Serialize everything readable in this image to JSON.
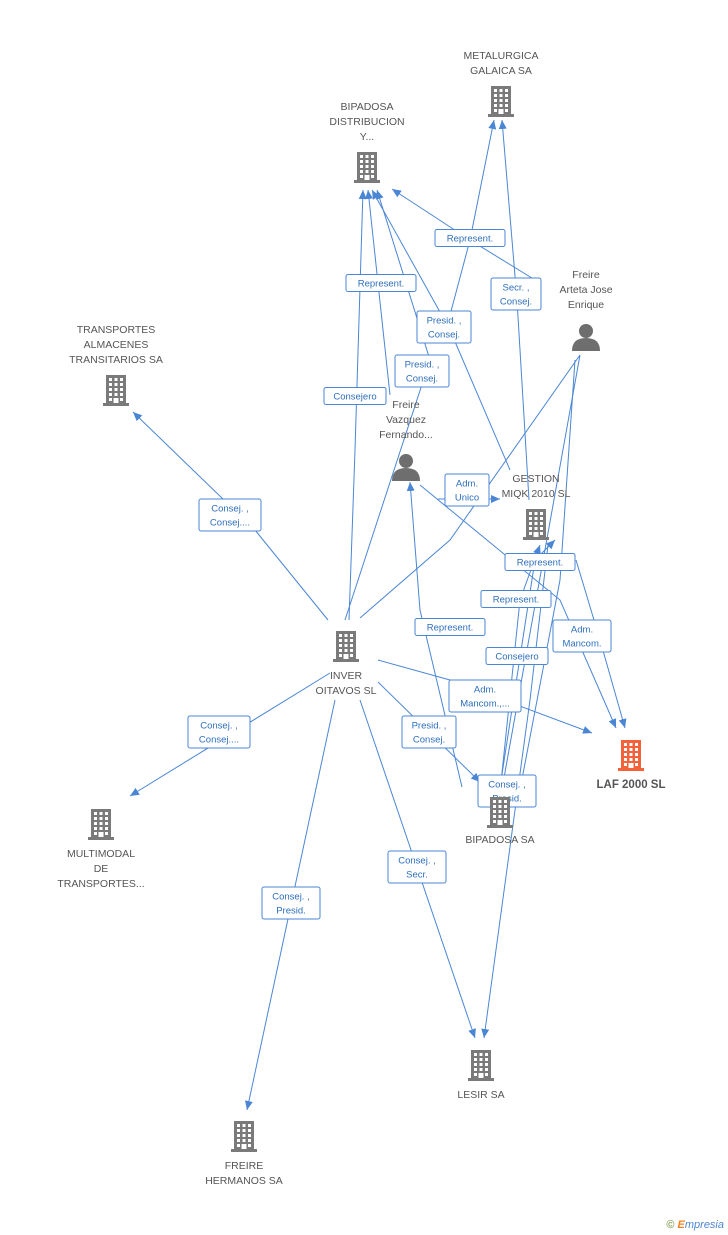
{
  "colors": {
    "building": "#7a7a7a",
    "highlight": "#f4623a",
    "person": "#6e6e6e",
    "edge": "#4a86d4"
  },
  "nodes": [
    {
      "id": "metalurgica",
      "type": "company",
      "lines": [
        "METALURGICA",
        "GALAICA SA"
      ]
    },
    {
      "id": "bipadosa_dist",
      "type": "company",
      "lines": [
        "BIPADOSA",
        "DISTRIBUCION",
        "Y..."
      ]
    },
    {
      "id": "transportes_alm",
      "type": "company",
      "lines": [
        "TRANSPORTES",
        "ALMACENES",
        "TRANSITARIOS SA"
      ]
    },
    {
      "id": "freire_arteta",
      "type": "person",
      "lines": [
        "Freire",
        "Arteta Jose",
        "Enrique"
      ]
    },
    {
      "id": "freire_vazquez",
      "type": "person",
      "lines": [
        "Freire",
        "Vazquez",
        "Fernando..."
      ]
    },
    {
      "id": "gestion_miqk",
      "type": "company",
      "lines": [
        "GESTION",
        "MIQK 2010 SL"
      ]
    },
    {
      "id": "inver_oitavos",
      "type": "company",
      "lines": [
        "INVER",
        "OITAVOS SL"
      ]
    },
    {
      "id": "laf2000",
      "type": "company",
      "highlight": true,
      "lines": [
        "LAF 2000 SL"
      ]
    },
    {
      "id": "multimodal",
      "type": "company",
      "lines": [
        "MULTIMODAL",
        "DE",
        "TRANSPORTES..."
      ]
    },
    {
      "id": "bipadosa",
      "type": "company",
      "lines": [
        "BIPADOSA SA"
      ]
    },
    {
      "id": "lesir",
      "type": "company",
      "lines": [
        "LESIR SA"
      ]
    },
    {
      "id": "freire_hermanos",
      "type": "company",
      "lines": [
        "FREIRE",
        "HERMANOS SA"
      ]
    }
  ],
  "edge_labels": [
    {
      "id": "e1",
      "lines": [
        "Represent."
      ]
    },
    {
      "id": "e2",
      "lines": [
        "Secr. ,",
        "Consej."
      ]
    },
    {
      "id": "e3",
      "lines": [
        "Represent."
      ]
    },
    {
      "id": "e4",
      "lines": [
        "Presid. ,",
        "Consej."
      ]
    },
    {
      "id": "e5",
      "lines": [
        "Presid. ,",
        "Consej."
      ]
    },
    {
      "id": "e6",
      "lines": [
        "Consejero"
      ]
    },
    {
      "id": "e7",
      "lines": [
        "Adm.",
        "Unico"
      ]
    },
    {
      "id": "e8",
      "lines": [
        "Consej. ,",
        "Consej...."
      ]
    },
    {
      "id": "e9",
      "lines": [
        "Represent."
      ]
    },
    {
      "id": "e10",
      "lines": [
        "Represent."
      ]
    },
    {
      "id": "e11",
      "lines": [
        "Represent."
      ]
    },
    {
      "id": "e12",
      "lines": [
        "Adm.",
        "Mancom."
      ]
    },
    {
      "id": "e13",
      "lines": [
        "Consejero"
      ]
    },
    {
      "id": "e14",
      "lines": [
        "Adm.",
        "Mancom.,..."
      ]
    },
    {
      "id": "e15",
      "lines": [
        "Consej. ,",
        "Consej...."
      ]
    },
    {
      "id": "e16",
      "lines": [
        "Presid. ,",
        "Consej."
      ]
    },
    {
      "id": "e17",
      "lines": [
        "Consej. ,",
        "Presid."
      ]
    },
    {
      "id": "e18",
      "lines": [
        "Consej. ,",
        "Secr."
      ]
    },
    {
      "id": "e19",
      "lines": [
        "Consej. ,",
        "Presid."
      ]
    }
  ],
  "footer": {
    "symbol": "©",
    "brand_initial": "E",
    "brand_rest": "mpresia"
  }
}
